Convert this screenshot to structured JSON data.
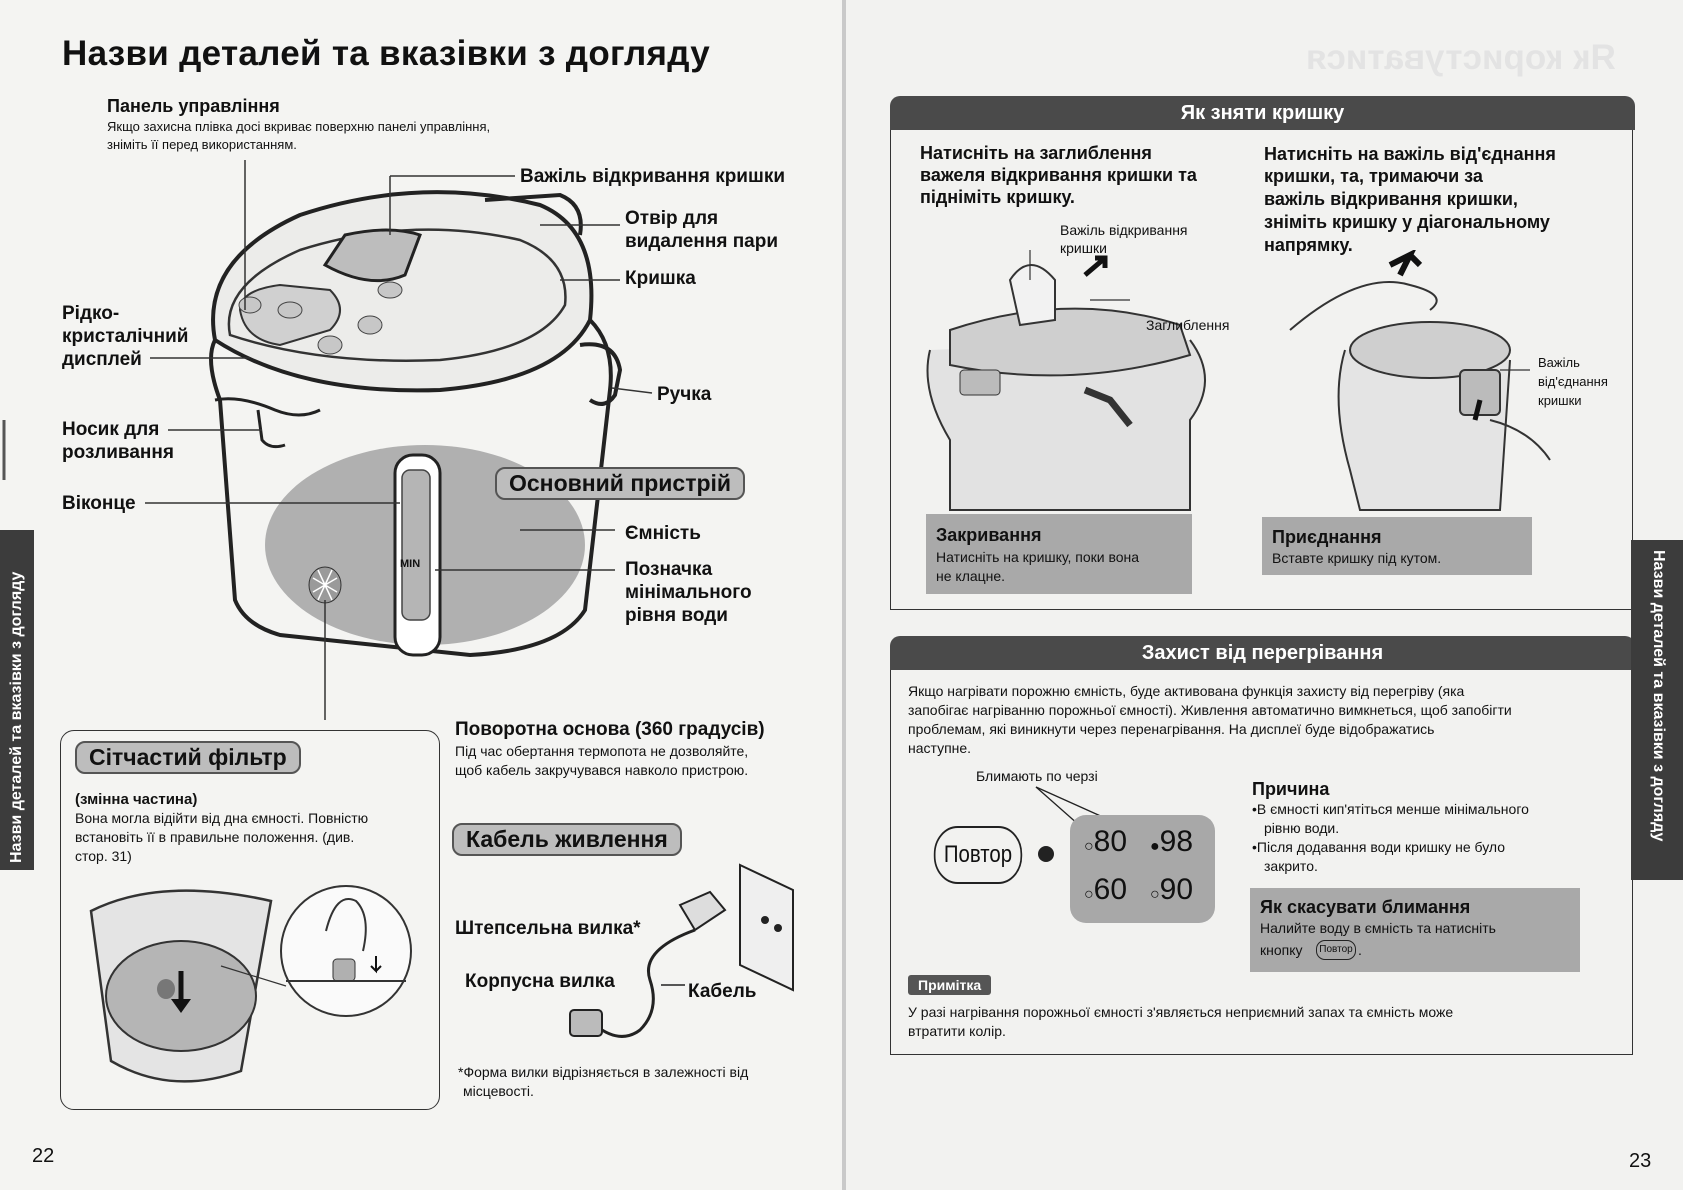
{
  "left": {
    "title": "Назви деталей та вказівки з догляду",
    "side_tab": "Назви деталей та вказівки з догляду",
    "page_number": "22",
    "control_panel": {
      "title": "Панель управління",
      "note_l1": "Якщо захисна плівка досі вкриває поверхню панелі управління,",
      "note_l2": "зніміть її перед використанням."
    },
    "labels": {
      "lid_lever": "Важіль відкривання кришки",
      "steam_vent_l1": "Отвір для",
      "steam_vent_l2": "видалення пари",
      "lid": "Кришка",
      "lcd_l1": "Рідко-",
      "lcd_l2": "кристалічний",
      "lcd_l3": "дисплей",
      "handle": "Ручка",
      "spout_l1": "Носик для",
      "spout_l2": "розливання",
      "window": "Віконце",
      "main_unit": "Основний пристрій",
      "container": "Ємність",
      "min_mark_l1": "Позначка",
      "min_mark_l2": "мінімального",
      "min_mark_l3": "рівня води",
      "min_text": "MIN"
    },
    "mesh_filter": {
      "title": "Сітчастий фільтр",
      "subtitle": "(змінна частина)",
      "text_l1": "Вона могла відійти від дна ємності. Повністю",
      "text_l2": "встановіть її в правильне положення. (див.",
      "text_l3": "стор. 31)"
    },
    "rotating_base": {
      "title": "Поворотна основа (360 градусів)",
      "text_l1": "Під час обертання термопота не дозволяйте,",
      "text_l2": "щоб кабель закручувався навколо пристрою."
    },
    "power_cord": {
      "title": "Кабель живлення",
      "plug": "Штепсельна вилка*",
      "body_plug": "Корпусна вилка",
      "cable": "Кабель",
      "footnote_l1": "*Форма вилки відрізняється в залежності від",
      "footnote_l2": "місцевості."
    }
  },
  "right": {
    "ghost_title": "Як користуватися",
    "side_tab": "Назви деталей та вказівки з догляду",
    "page_number": "23",
    "remove_lid": {
      "header": "Як зняти кришку",
      "step1_l1": "Натисніть на заглиблення",
      "step1_l2": "важеля відкривання кришки та",
      "step1_l3": "підніміть кришку.",
      "step2_l1": "Натисніть на важіль від'єднання",
      "step2_l2": "кришки, та, тримаючи за",
      "step2_l3": "важіль відкривання кришки,",
      "step2_l4": "зніміть кришку у діагональному",
      "step2_l5": "напрямку.",
      "lever_label_l1": "Важіль відкривання",
      "lever_label_l2": "кришки",
      "recess_label": "Заглиблення",
      "release_label_l1": "Важіль",
      "release_label_l2": "від'єднання",
      "release_label_l3": "кришки",
      "closing_title": "Закривання",
      "closing_text_l1": "Натисніть на кришку, поки вона",
      "closing_text_l2": "не клацне.",
      "attach_title": "Приєднання",
      "attach_text": "Вставте кришку під кутом."
    },
    "overheat": {
      "header": "Захист від перегрівання",
      "intro_l1": "Якщо нагрівати порожню ємність, буде активована функція захисту від перегріву (яка",
      "intro_l2": "запобігає нагріванню порожньої ємності). Живлення автоматично вимкнеться, щоб запобігти",
      "intro_l3": "проблемам, які виникнути через перенагрівання. На дисплеї буде відображатись",
      "intro_l4": "наступне.",
      "blink_label": "Блимають по черзі",
      "repeat_button": "Повтор",
      "temps": [
        "80",
        "98",
        "60",
        "90"
      ],
      "cause_title": "Причина",
      "cause_1_l1": "•В ємності кип'ятіться менше мінімального",
      "cause_1_l2": "рівню води.",
      "cause_2_l1": "•Після додавання води кришку не було",
      "cause_2_l2": "закрито.",
      "cancel_title": "Як скасувати блимання",
      "cancel_text_l1": "Налийте воду в ємність та натисніть",
      "cancel_text_l2": "кнопку",
      "cancel_button": "Повтор",
      "cancel_dot": ".",
      "note_badge": "Примітка",
      "note_l1": "У разі нагрівання порожньої ємності з'являється неприємний запах та ємність може",
      "note_l2": "втратити колір."
    }
  },
  "colors": {
    "dark_band": "#4a4a4a",
    "grey_box": "#a9a9a9",
    "pill": "#bdbdbd",
    "paper": "#f4f4f2"
  }
}
